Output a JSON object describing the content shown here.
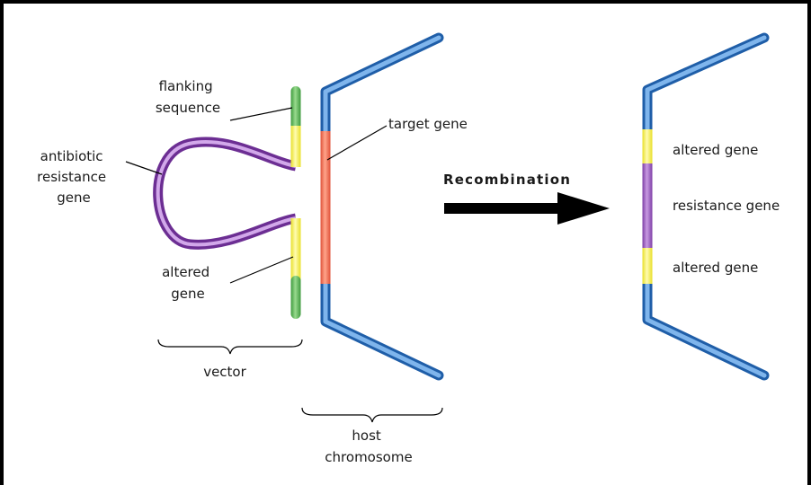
{
  "labels": {
    "flanking": [
      "flanking",
      "sequence"
    ],
    "antibiotic": [
      "antibiotic",
      "resistance",
      "gene"
    ],
    "altered_left": [
      "altered",
      "gene"
    ],
    "vector": "vector",
    "target": "target gene",
    "host": [
      "host",
      "chromosome"
    ],
    "recombination": "Recombination",
    "altered_top": "altered gene",
    "resistance": "resistance gene",
    "altered_bottom": "altered gene"
  },
  "colors": {
    "chromosome": "#3a86d9",
    "target_gene": "#f06a4e",
    "flanking": "#5bb55a",
    "altered_gene": "#f5f05a",
    "resistance": "#9a5cc0",
    "arrow": "#000000",
    "frame": "#000000"
  }
}
